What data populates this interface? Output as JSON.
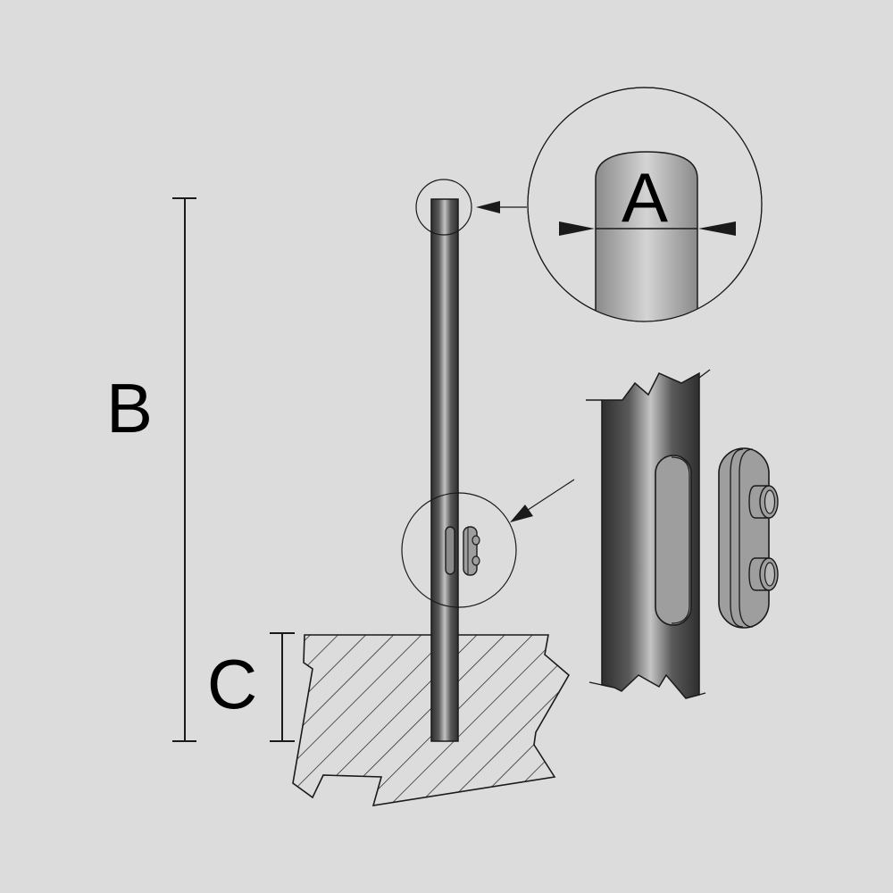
{
  "colors": {
    "background": "#dcdcdc",
    "line": "#1a1a1a",
    "pole_dark": "#2e2e2e",
    "pole_light": "#c4c4c4",
    "detail_mid": "#9e9e9e"
  },
  "labels": {
    "a": "A",
    "b": "B",
    "c": "C"
  }
}
